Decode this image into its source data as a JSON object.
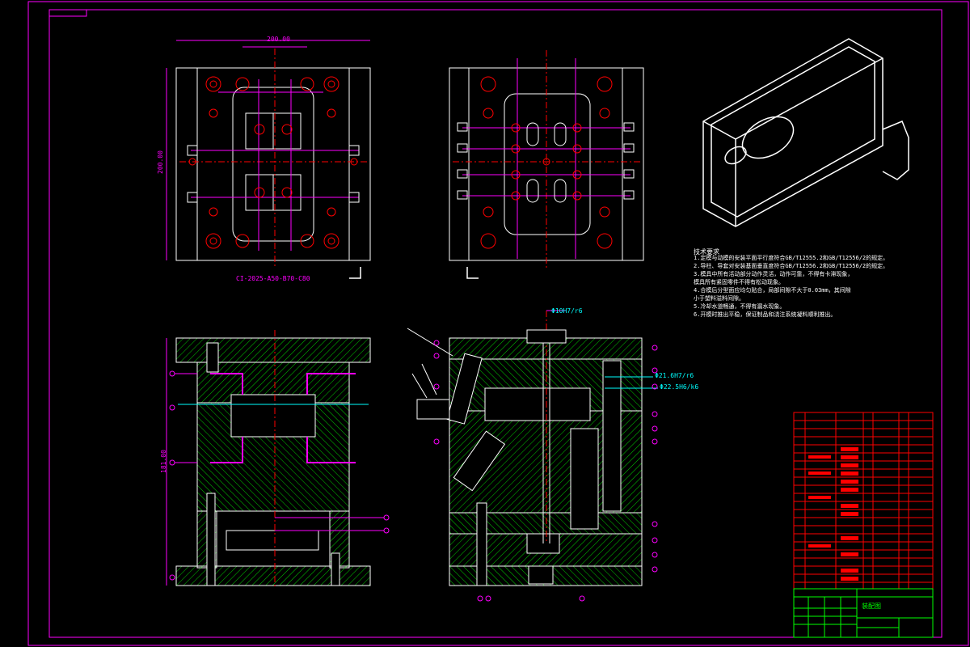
{
  "drawing": {
    "model_label": "CI-2025-A50-B70-C80",
    "title_block_title": "装配图",
    "fits": [
      "Φ10H7/r6",
      "Φ21.6H7/r6",
      "Φ22.5H6/k6"
    ],
    "width_dim": "200.00",
    "height_dim": "200.00",
    "side_dim": "181.00"
  },
  "tech_requirements": {
    "title": "技术要求",
    "lines": [
      "1.定模与动模的安装平面平行度符合GB/T12555.2和GB/T12556/2的规定。",
      "2.导柱、导套对安装基面垂直度符合GB/T12556.2和GB/T12556/2的规定。",
      "3.模具中所有活动部分动作灵活，动作可靠，不得有卡滞现象，",
      "模具所有紧固零件不得有松动现象。",
      "4.合模后分型面应均匀贴合，局部间隙不大于0.03mm，其间隙",
      "小于塑料溢料间隙。",
      "5.冷却水道畅通，不得有漏水现象。",
      "6.开模时推出平稳，保证制品和浇注系统凝料顺利推出。"
    ]
  },
  "colors": {
    "background": "#000000",
    "frame": "#ff00ff",
    "outline": "#ffffff",
    "hatch": "#00ff00",
    "center": "#ff0000",
    "dimension": "#ff00ff",
    "fit": "#00ffff",
    "table": "#ff0000"
  }
}
